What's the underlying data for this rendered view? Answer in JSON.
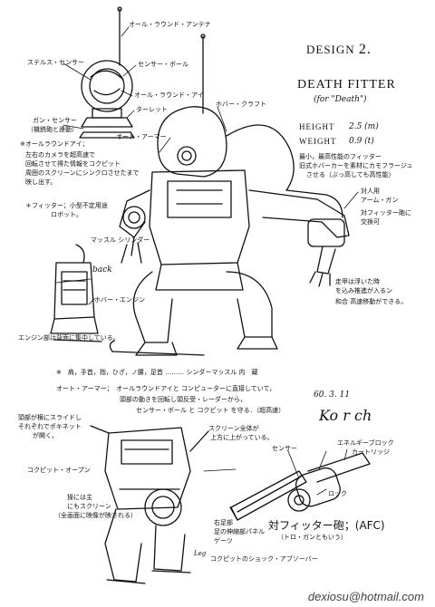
{
  "header": {
    "design_label": "DESIGN",
    "design_number": "2.",
    "name": "DEATH FITTER",
    "subtitle": "(for \"Death\")",
    "height_label": "HEIGHT",
    "height_value": "2.5 (m)",
    "weight_label": "WEIGHT",
    "weight_value": "0.9 (t)"
  },
  "notes": {
    "antenna": "オール・ラウンド・アンテナ",
    "stealth_sensor": "ステルス・センサー",
    "sensor_ball": "センサー・ボール",
    "all_round_eye": "オール・ラウンド・アイ",
    "turret": "ターレット",
    "gun_sensor": "ガン・センサー",
    "gun_sensor_2": "（機銃砲と連動）",
    "hover_craft": "ホバー・クラフト",
    "auto_armor": "オート・アーマー",
    "eye_note_title": "※オールラウンドアイ；",
    "eye_note_1": "左右のカメラを超高速で",
    "eye_note_2": "回転させて得た情報をコクピット",
    "eye_note_3": "周囲のスクリーンにシンクロさせたまで",
    "eye_note_4": "映し出す。",
    "fitter_note_1": "＊フィッター；小型不定用途",
    "fitter_note_2": "ロボット。",
    "spec_1": "最小，最高性能のフィッター",
    "spec_2": "旧式ホバーカーを素材にカモフラージュ",
    "spec_3": "させる（ぶっ高しても高性能）",
    "anti_gun_1": "対人用",
    "anti_gun_2": "アーム・ガン",
    "anti_gun_3": "対フィッター砲に",
    "anti_gun_4": "交換可",
    "hover_note_1": "走甲は浮いた時",
    "hover_note_2": "を込み推進が入るン",
    "hover_note_3": "和合 高速移動ができる。",
    "muscle_cylinder": "マッスル シリンダー",
    "back": "back",
    "hover_engine": "ホバー・エンジン",
    "engine_note": "エンジン部は背面に集中している。",
    "cylinder_note": "※　肩，手首，指，ひざ，ノ腰，足首 ……… シンダーマッスル 内　蔵",
    "auto_armor_note_1": "オート・アーマー；　オールラウンドアイと コンピューターに直接していて，",
    "auto_armor_note_2": "頭部の動きを回転し頭反受・レーダーから，",
    "auto_armor_note_3": "センサー・ボール と コクピット を守る．（超高速）",
    "head_note_1": "頭部が横にスライドし",
    "head_note_2": "それぞれでポキネット",
    "head_note_3": "が開く。",
    "cockpit_open": "コクピット・オープン",
    "screen_note_1": "スクリーン全体が",
    "screen_note_2": "上方に上がっている。",
    "seat_note_1": "操には主",
    "seat_note_2": "にもスクリーン",
    "seat_note_3": "（全画面に映像が映される）",
    "date": "60. 3. 11",
    "signature": "Ko r ch",
    "sensor": "センサー",
    "ammo_block_1": "エネルギーブロック",
    "ammo_block_2": "カートリッジ",
    "lock": "ロック",
    "gun_title": "対フィッター砲；(AFC)",
    "gun_sub": "（トロ・ガンともいう）",
    "leg": "Leg",
    "leg_note_1": "右足部",
    "leg_note_2": "足の伸縮部パネル",
    "leg_note_3": "ゲーツ",
    "shock_note": "コクピットのショック・アブソーバー",
    "email": "dexiosu@hotmail.com"
  }
}
